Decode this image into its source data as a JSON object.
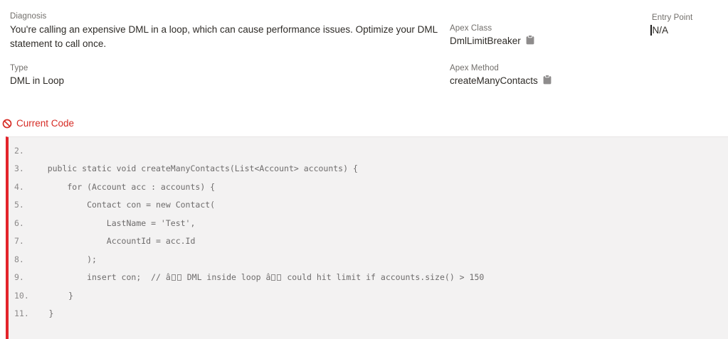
{
  "fields": {
    "diagnosis": {
      "label": "Diagnosis",
      "lines": [
        "You're calling an expensive DML in a loop, which can cause performance issues. Optimize your DML",
        "statement to call once."
      ]
    },
    "type": {
      "label": "Type",
      "value": "DML in Loop"
    },
    "apex_class": {
      "label": "Apex Class",
      "value": "DmlLimitBreaker",
      "icon": "clipboard-icon"
    },
    "apex_method": {
      "label": "Apex Method",
      "value": "createManyContacts",
      "icon": "clipboard-icon"
    },
    "entry_point": {
      "label": "Entry Point",
      "value": "N/A"
    }
  },
  "code_section": {
    "title": "Current Code",
    "icon": "ban-icon",
    "colors": {
      "accent_red": "#d62b24",
      "border_red": "#e3242b",
      "block_background": "#f3f2f2",
      "code_text": "#6e6c6c",
      "line_number": "#8c8a8a"
    },
    "lines": [
      {
        "num": "2.",
        "text": ""
      },
      {
        "num": "3.",
        "text": "    public static void createManyContacts(List<Account> accounts) {"
      },
      {
        "num": "4.",
        "text": "        for (Account acc : accounts) {"
      },
      {
        "num": "5.",
        "text": "            Contact con = new Contact("
      },
      {
        "num": "6.",
        "text": "                LastName = 'Test',"
      },
      {
        "num": "7.",
        "text": "                AccountId = acc.Id"
      },
      {
        "num": "8.",
        "text": "            );"
      },
      {
        "num": "9.",
        "text": "            insert con;  // â�� DML inside loop â�� could hit limit if accounts.size() > 150"
      },
      {
        "num": "10.",
        "text": "        }"
      },
      {
        "num": "11.",
        "text": "    }"
      }
    ]
  }
}
